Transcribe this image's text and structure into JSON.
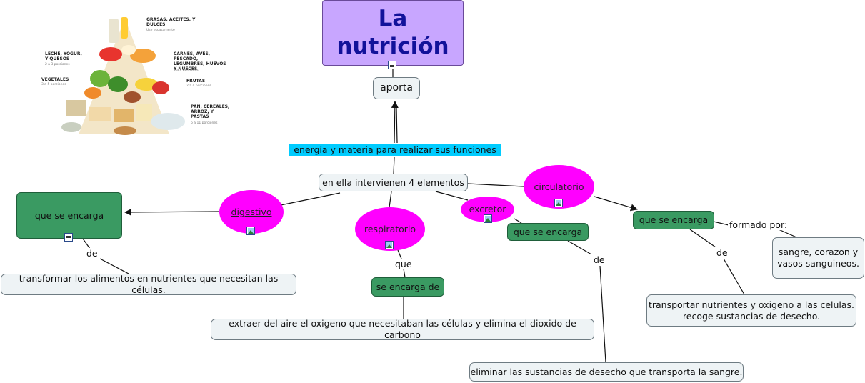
{
  "title": "La nutrición",
  "pyramid": {
    "grasas": "GRASAS, ACEITES, Y DULCES",
    "grasas_sub": "Use escasamente",
    "leche": "LECHE, YOGUR, Y QUESOS",
    "leche_sub": "2 a 3 porciones",
    "carnes": "CARNES, AVES, PESCADO, LEGUMBRES, HUEVOS Y NUECES",
    "carnes_sub": "2 a 3 porciones",
    "vegetales": "VEGETALES",
    "vegetales_sub": "3 a 5 porciones",
    "frutas": "FRUTAS",
    "frutas_sub": "2 a 4 porciones",
    "pan": "PAN, CEREALES, ARROZ, Y PASTAS",
    "pan_sub": "6 a 11 porciones"
  },
  "nodes": {
    "aporta": "aporta",
    "energia": "energía y materia para realizar sus funciones",
    "elementos": "en ella intervienen 4 elementos",
    "digestivo": "digestivo",
    "respiratorio": "respiratorio",
    "excretor": "excretor",
    "circulatorio": "circulatorio",
    "encarga_digestivo": "que se encarga",
    "encarga_respiratorio": "se encarga de",
    "encarga_excretor": "que se encarga",
    "encarga_circulatorio": "que se encarga",
    "transformar": "transformar los alimentos en nutrientes que necesitan las células.",
    "extraer": "extraer del aire el oxigeno que necesitaban las células y elimina el dioxido de carbono",
    "eliminar": "eliminar las sustancias de desecho que transporta la sangre.",
    "transportar_1": "transportar nutrientes y oxigeno a las celulas.",
    "transportar_2": "recoge sustancias de desecho.",
    "sangre_1": "sangre, corazon y",
    "sangre_2": "vasos sanguineos."
  },
  "labels": {
    "de_digestivo": "de",
    "que_respiratorio": "que",
    "de_excretor": "de",
    "de_circulatorio": "de",
    "formado_por": "formado por:"
  },
  "icons": {
    "title_note": "note-document-icon",
    "digestivo_image": "image-icon",
    "respiratorio_image": "image-icon",
    "excretor_image": "image-icon",
    "circulatorio_image": "image-icon",
    "encarga_note": "note-document-icon"
  },
  "colors": {
    "title_bg": "#c8a6ff",
    "title_text": "#12129a",
    "green_node": "#3a9a62",
    "pink_node": "#ff00ff",
    "highlight": "#00ccff",
    "light_node": "#eef3f5"
  }
}
